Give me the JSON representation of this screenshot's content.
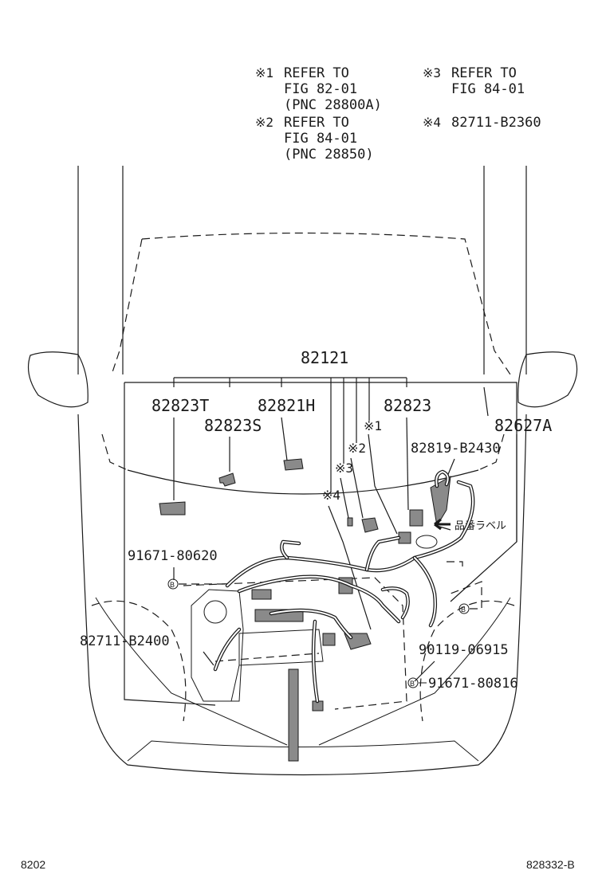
{
  "notes": [
    {
      "mark": "※1",
      "lines": [
        "REFER TO",
        "FIG 82-01",
        "(PNC 28800A)"
      ]
    },
    {
      "mark": "※2",
      "lines": [
        "REFER TO",
        "FIG 84-01",
        "(PNC 28850)"
      ]
    },
    {
      "mark": "※3",
      "lines": [
        "REFER TO",
        "FIG 84-01"
      ]
    },
    {
      "mark": "※4",
      "lines": [
        "82711-B2360"
      ]
    }
  ],
  "parts": {
    "main": "82121",
    "p82823T": "82823T",
    "p82823S": "82823S",
    "p82821H": "82821H",
    "p82823": "82823",
    "p82627A": "82627A",
    "p82819": "82819-B2430",
    "label_jp": "品番ラベル",
    "p91671a": "91671-80620",
    "p82711": "82711-B2400",
    "p90119": "90119-06915",
    "p91671b": "91671-80816",
    "ref1": "※1",
    "ref2": "※2",
    "ref3": "※3",
    "ref4": "※4",
    "clip_b": "B"
  },
  "footer": {
    "left": "8202",
    "right": "828332-B"
  }
}
